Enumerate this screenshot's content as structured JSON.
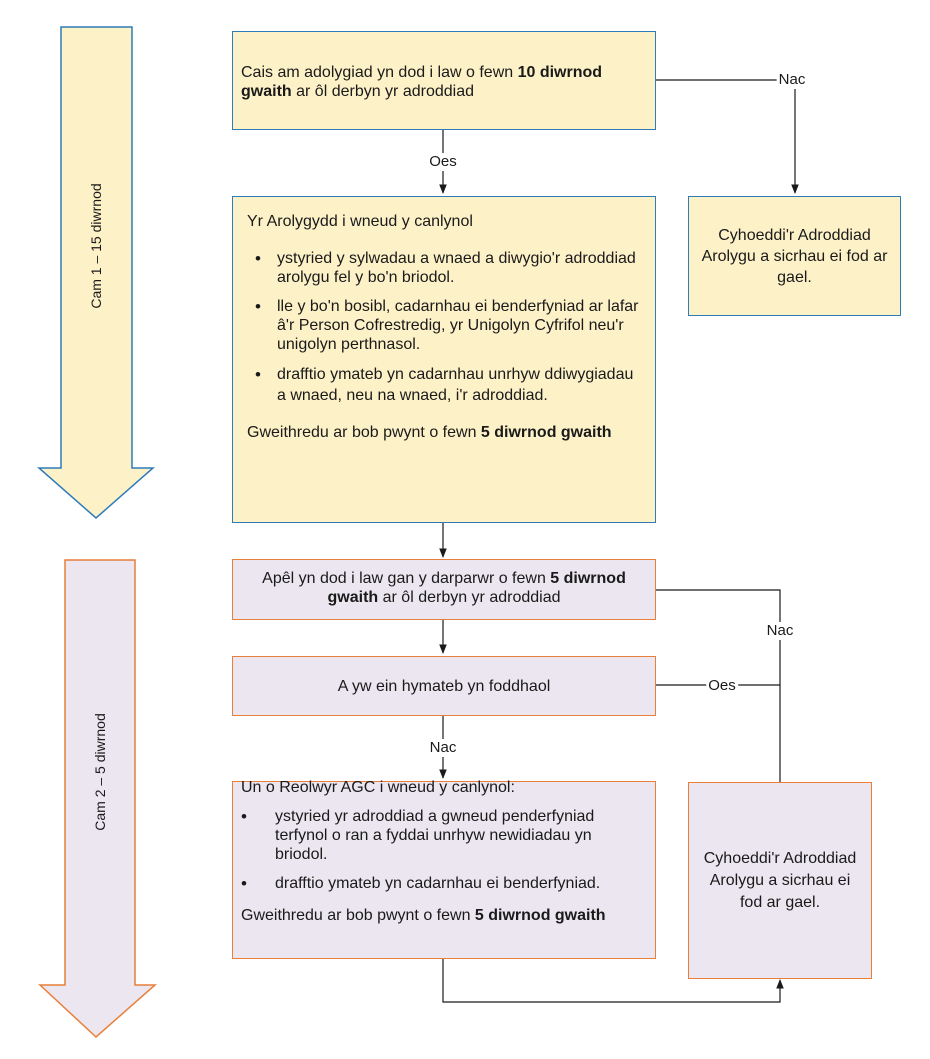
{
  "stage1": {
    "label": "Cam 1 – 15 diwrnod",
    "request_box": {
      "text_pre": "Cais am adolygiad yn dod i law o fewn ",
      "text_bold": "10 diwrnod gwaith",
      "text_post": " ar ôl derbyn yr adroddiad"
    },
    "edge_yes": "Oes",
    "edge_no": "Nac",
    "inspector_box": {
      "heading": "Yr Arolygydd i wneud y canlynol",
      "bullets": [
        "ystyried y sylwadau a wnaed a diwygio'r adroddiad arolygu fel y bo'n briodol.",
        "lle y bo'n bosibl, cadarnhau ei benderfyniad ar lafar â'r Person Cofrestredig, yr Unigolyn Cyfrifol neu'r unigolyn perthnasol.",
        "drafftio ymateb yn cadarnhau unrhyw ddiwygiadau a wnaed, neu na wnaed, i'r adroddiad."
      ],
      "footer_pre": "Gweithredu ar bob pwynt o fewn ",
      "footer_bold": "5 diwrnod gwaith"
    },
    "publish_box": "Cyhoeddi'r Adroddiad Arolygu a sicrhau ei fod ar gael."
  },
  "stage2": {
    "label": "Cam 2 – 5 diwrnod",
    "appeal_box": {
      "text_pre": "Apêl yn dod i law gan y darparwr o fewn ",
      "text_bold": "5 diwrnod gwaith",
      "text_post": " ar ôl derbyn yr adroddiad"
    },
    "satisfactory_box": "A yw ein hymateb yn foddhaol",
    "edge_no_appeal": "Nac",
    "edge_yes_satisfactory": "Oes",
    "edge_no_satisfactory": "Nac",
    "manager_box": {
      "heading": "Un o Reolwyr AGC i wneud y canlynol:",
      "bullets": [
        "ystyried yr adroddiad a gwneud penderfyniad terfynol o ran a fyddai unrhyw newidiadau yn briodol.",
        "drafftio ymateb yn cadarnhau ei benderfyniad."
      ],
      "footer_pre": "Gweithredu ar bob pwynt o fewn ",
      "footer_bold": "5 diwrnod gwaith"
    },
    "publish_box": "Cyhoeddi'r Adroddiad Arolygu a sicrhau ei fod ar gael."
  },
  "colors": {
    "stage1_fill": "#fdf1c8",
    "stage1_border": "#2e7bb8",
    "stage2_fill": "#ebe6ef",
    "stage2_border": "#e87f3a",
    "connector": "#1a1a1a"
  }
}
